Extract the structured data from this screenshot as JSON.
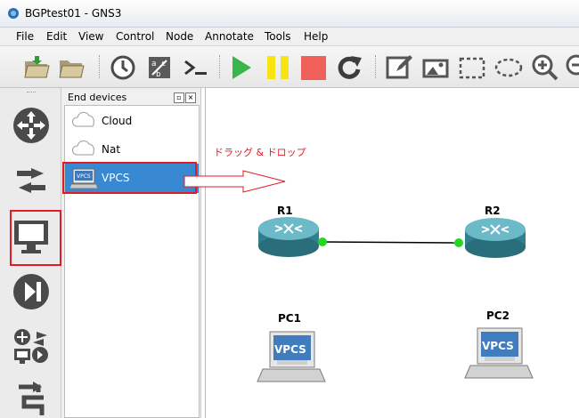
{
  "window": {
    "title": "BGPtest01 - GNS3",
    "icon": "gns3-app-icon"
  },
  "menu": {
    "items": [
      "File",
      "Edit",
      "View",
      "Control",
      "Node",
      "Annotate",
      "Tools",
      "Help"
    ]
  },
  "toolbar": {
    "icons": [
      "open-folder-icon",
      "folder-icon",
      "clock-icon",
      "snapshot-icon",
      "console-icon",
      "start-icon",
      "pause-icon",
      "stop-icon",
      "reload-icon",
      "add-note-icon",
      "insert-image-icon",
      "draw-rectangle-icon",
      "draw-ellipse-icon",
      "zoom-in-icon",
      "zoom-out-icon"
    ]
  },
  "left_bar": {
    "icons": [
      "routers-icon",
      "switches-icon",
      "end-devices-icon",
      "security-devices-icon",
      "all-devices-icon",
      "add-link-icon"
    ]
  },
  "dock": {
    "title": "End devices",
    "devices": [
      {
        "name": "Cloud",
        "icon": "cloud-icon"
      },
      {
        "name": "Nat",
        "icon": "cloud-icon"
      },
      {
        "name": "VPCS",
        "icon": "vpcs-icon",
        "selected": true
      }
    ]
  },
  "canvas": {
    "annotation": "ドラッグ & ドロップ",
    "nodes": [
      {
        "label": "R1",
        "type": "router"
      },
      {
        "label": "R2",
        "type": "router"
      },
      {
        "label": "PC1",
        "type": "vpcs"
      },
      {
        "label": "PC2",
        "type": "vpcs"
      }
    ],
    "pc_screen_text": "VPCS",
    "link_status": "up"
  },
  "colors": {
    "highlight_border": "#e21b23",
    "selection": "#3888d2",
    "router_body": "#3f8f9f",
    "link_up": "#22d622"
  }
}
